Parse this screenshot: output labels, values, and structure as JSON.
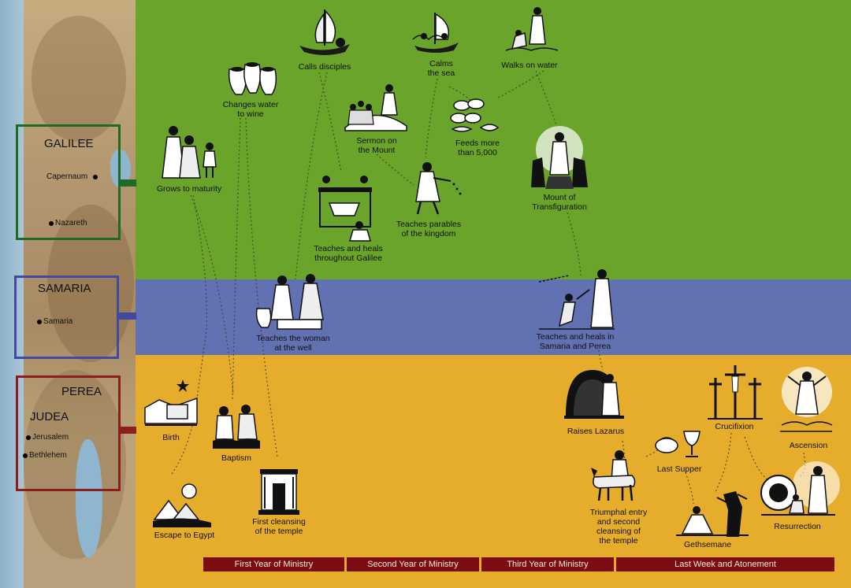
{
  "regions": [
    {
      "name": "GALILEE",
      "cities": [
        "Capernaum",
        "Nazareth"
      ],
      "color": "#1f6b26"
    },
    {
      "name": "SAMARIA",
      "cities": [
        "Samaria"
      ],
      "color": "#3f4aa0"
    },
    {
      "name": "PEREA",
      "cities": [],
      "color": "#8d1e1e"
    },
    {
      "name": "JUDEA",
      "cities": [
        "Jerusalem",
        "Bethlehem"
      ],
      "color": "#8d1e1e"
    }
  ],
  "bands": {
    "galilee": "#6aa42a",
    "samaria": "#6271b1",
    "judea": "#e6ac2b"
  },
  "events": {
    "calls_disciples": {
      "label": "Calls disciples",
      "icon": "boat-icon"
    },
    "calms_sea": {
      "label": "Calms\nthe sea",
      "icon": "boat-storm-icon"
    },
    "walks_on_water": {
      "label": "Walks on water",
      "icon": "walking-figures-icon"
    },
    "changes_water": {
      "label": "Changes water\nto wine",
      "icon": "water-jars-icon"
    },
    "sermon_mount": {
      "label": "Sermon on\nthe Mount",
      "icon": "crowd-icon"
    },
    "feeds_5000": {
      "label": "Feeds more\nthan 5,000",
      "icon": "loaves-fish-icon"
    },
    "grows_maturity": {
      "label": "Grows to maturity",
      "icon": "family-icon"
    },
    "transfiguration": {
      "label": "Mount of\nTransfiguration",
      "icon": "glowing-figures-icon"
    },
    "parables": {
      "label": "Teaches parables\nof the kingdom",
      "icon": "sower-icon"
    },
    "heals_galilee": {
      "label": "Teaches and heals\nthroughout Galilee",
      "icon": "healing-icon"
    },
    "woman_well": {
      "label": "Teaches the woman\nat the well",
      "icon": "well-icon"
    },
    "samaria_perea": {
      "label": "Teaches and heals in\nSamaria and Perea",
      "icon": "teaching-icon"
    },
    "birth": {
      "label": "Birth",
      "icon": "star-town-icon"
    },
    "baptism": {
      "label": "Baptism",
      "icon": "baptism-icon"
    },
    "egypt": {
      "label": "Escape to Egypt",
      "icon": "pyramids-icon"
    },
    "cleansing": {
      "label": "First cleansing\nof the temple",
      "icon": "temple-icon"
    },
    "lazarus": {
      "label": "Raises Lazarus",
      "icon": "tomb-icon"
    },
    "crucifixion": {
      "label": "Crucifixion",
      "icon": "crosses-icon"
    },
    "ascension": {
      "label": "Ascension",
      "icon": "ascending-figure-icon"
    },
    "last_supper": {
      "label": "Last Supper",
      "icon": "bread-cup-icon"
    },
    "triumphal": {
      "label": "Triumphal entry\nand second\ncleansing of\nthe temple",
      "icon": "donkey-icon"
    },
    "gethsemane": {
      "label": "Gethsemane",
      "icon": "praying-figure-icon"
    },
    "resurrection": {
      "label": "Resurrection",
      "icon": "empty-tomb-icon"
    }
  },
  "timeline": [
    "First Year of Ministry",
    "Second Year of Ministry",
    "Third Year of Ministry",
    "Last Week and Atonement"
  ]
}
